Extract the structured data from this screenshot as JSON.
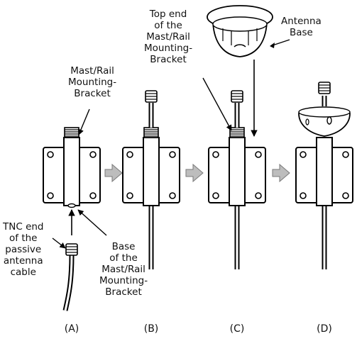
{
  "labels": {
    "mast_bracket": "Mast/Rail\nMounting-\nBracket",
    "tnc_end": "TNC end\nof the\npassive\nantenna\ncable",
    "base_of_bracket": "Base\nof the\nMast/Rail\nMounting-\nBracket",
    "top_end": "Top end\nof the\nMast/Rail\nMounting-\nBracket",
    "antenna_base": "Antenna\nBase"
  },
  "steps": [
    "(A)",
    "(B)",
    "(C)",
    "(D)"
  ]
}
